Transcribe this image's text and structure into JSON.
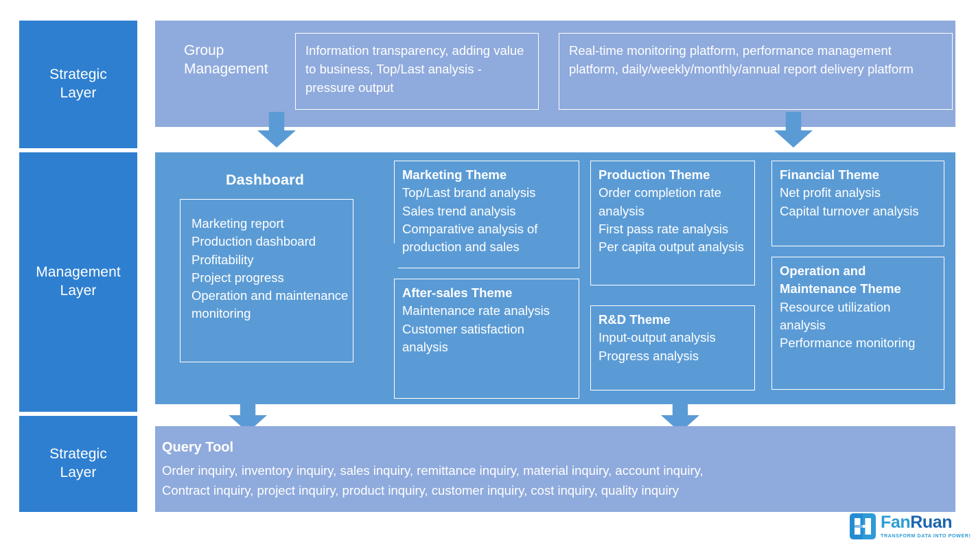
{
  "rail": {
    "strategic_top": "Strategic\nLayer",
    "management": "Management\nLayer",
    "strategic_bottom": "Strategic\nLayer"
  },
  "strategic_top": {
    "group_label": "Group\nManagement",
    "cards": [
      "Information transparency, adding value to business, Top/Last analysis - pressure output",
      "Real-time monitoring platform, performance management platform, daily/weekly/monthly/annual report delivery platform"
    ]
  },
  "management": {
    "dashboard": {
      "title": "Dashboard",
      "items": "Marketing report\nProduction dashboard\nProfitability\nProject progress\nOperation and maintenance monitoring"
    },
    "themes": [
      {
        "id": "marketing",
        "title": "Marketing Theme",
        "body": "Top/Last brand analysis\nSales trend analysis\nComparative analysis of production and sales"
      },
      {
        "id": "after-sales",
        "title": "After-sales Theme",
        "body": "Maintenance rate analysis\nCustomer satisfaction analysis"
      },
      {
        "id": "production",
        "title": "Production Theme",
        "body": "Order completion rate analysis\nFirst pass rate analysis\nPer capita output analysis"
      },
      {
        "id": "rnd",
        "title": "R&D Theme",
        "body": "Input-output analysis\nProgress analysis"
      },
      {
        "id": "financial",
        "title": "Financial Theme",
        "body": "Net profit analysis\nCapital turnover analysis"
      },
      {
        "id": "operation-maintenance",
        "title": "Operation and Maintenance Theme",
        "body": "Resource utilization analysis\nPerformance monitoring"
      }
    ]
  },
  "strategic_bottom": {
    "title": "Query Tool",
    "line1": "Order inquiry, inventory inquiry, sales inquiry, remittance inquiry, material inquiry, account inquiry,",
    "line2": "Contract inquiry, project inquiry, product inquiry, customer inquiry, cost inquiry, quality inquiry"
  },
  "logo": {
    "name_part1": "Fan",
    "name_part2": "Ruan",
    "tagline": "TRANSFORM  DATA INTO POWER!"
  },
  "colors": {
    "rail_blue": "#2E7FD0",
    "strategic_band": "#8FAADC",
    "management_band": "#5B9BD5",
    "arrow": "#5B9BD5",
    "text": "#FFFFFF",
    "logo_light": "#2E9BD6",
    "logo_dark": "#1B65B0"
  }
}
